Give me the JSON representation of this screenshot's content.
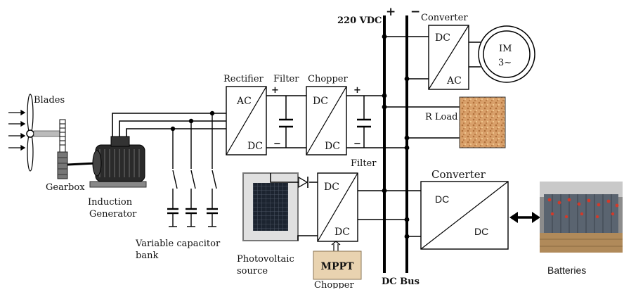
{
  "bus": {
    "voltage_label": "220 VDC",
    "plus_sign": "+",
    "minus_sign": "−",
    "bus_label": "DC Bus"
  },
  "wind": {
    "blades_label": "Blades",
    "gearbox_label": "Gearbox",
    "generator_label_line1": "Induction",
    "generator_label_line2": "Generator",
    "capacitor_label_line1": "Variable capacitor",
    "capacitor_label_line2": "bank"
  },
  "rectifier": {
    "title": "Rectifier",
    "in": "AC",
    "out": "DC"
  },
  "filter1": {
    "title": "Filter",
    "plus": "+",
    "minus": "−"
  },
  "chopper1": {
    "title": "Chopper",
    "in": "DC",
    "out": "DC"
  },
  "filter2": {
    "title": "Filter",
    "plus": "+",
    "minus": "−"
  },
  "converter_top": {
    "title": "Converter",
    "in": "DC",
    "out": "AC"
  },
  "motor": {
    "line1": "IM",
    "line2": "3~"
  },
  "rload": {
    "label": "R Load"
  },
  "pv": {
    "label_line1": "Photovoltaic",
    "label_line2": "source",
    "chopper_in": "DC",
    "chopper_out": "DC",
    "mppt_label": "MPPT",
    "chopper_label": "Chopper"
  },
  "battery": {
    "converter_title": "Converter",
    "conv_in": "DC",
    "conv_out": "DC",
    "label": "Batteries"
  }
}
